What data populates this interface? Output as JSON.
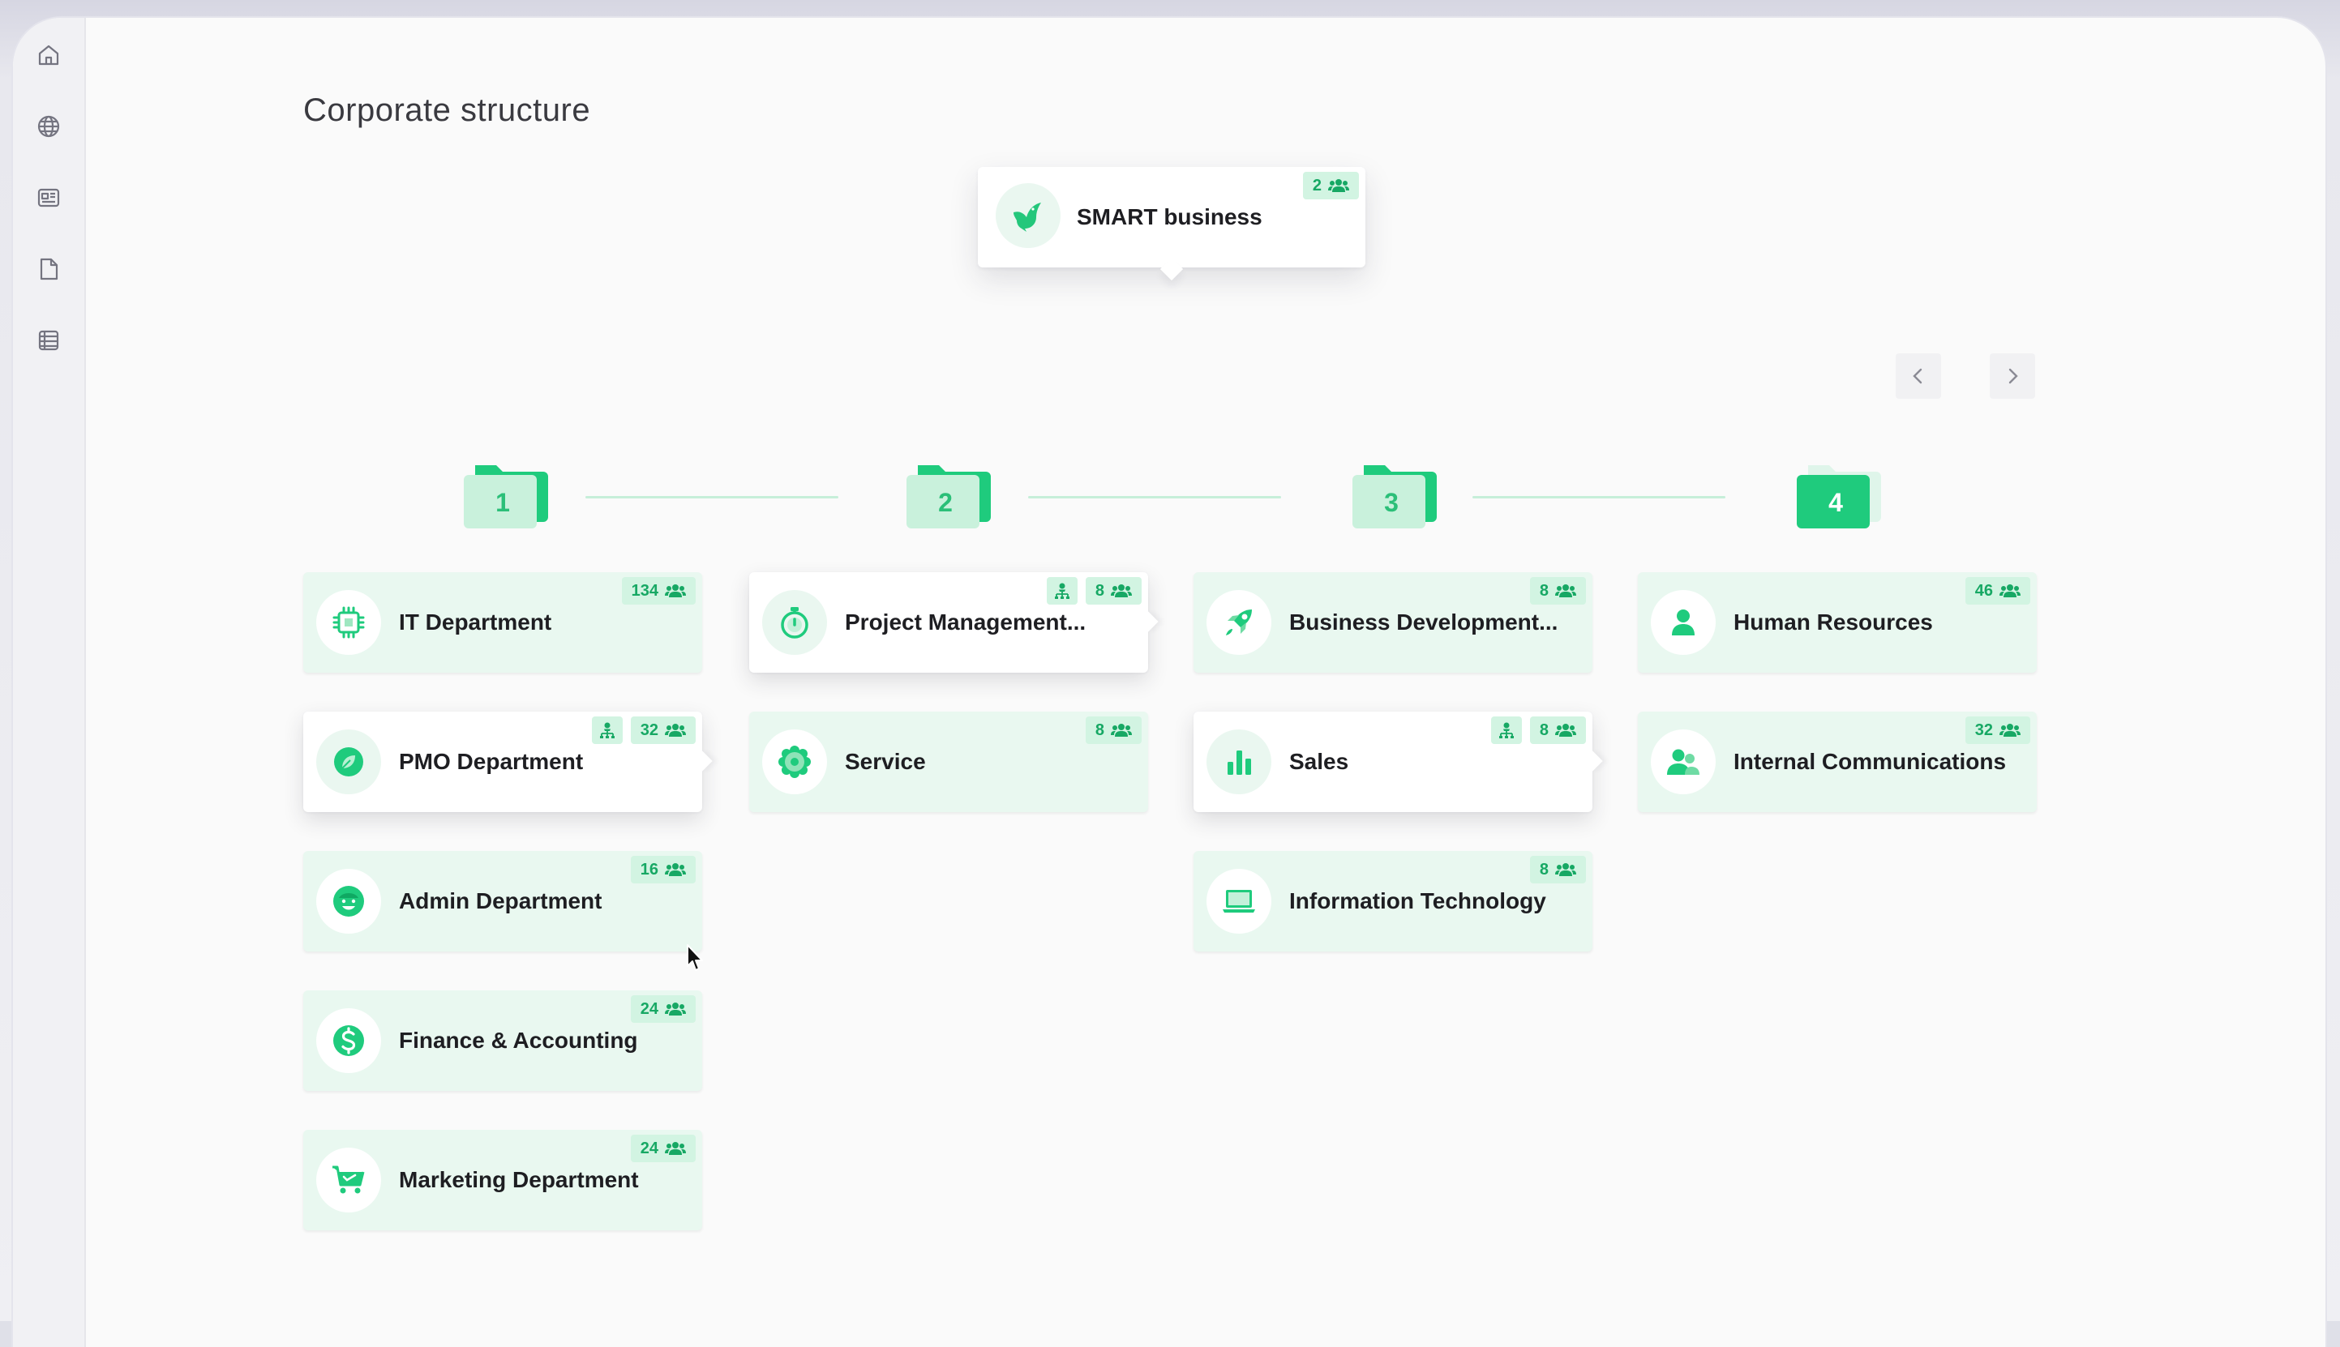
{
  "page": {
    "title": "Corporate structure"
  },
  "colors": {
    "accent": "#1fcb7d",
    "accent_light": "#c9f1dc",
    "card_bg": "#e9f8f0",
    "text": "#1e1e22"
  },
  "sidebar": {
    "items": [
      {
        "icon": "home-icon"
      },
      {
        "icon": "globe-icon"
      },
      {
        "icon": "news-icon"
      },
      {
        "icon": "document-icon"
      },
      {
        "icon": "table-icon"
      }
    ]
  },
  "root": {
    "name": "SMART business",
    "members": "2",
    "icon": "bird-icon"
  },
  "levels": [
    {
      "label": "1",
      "active": false
    },
    {
      "label": "2",
      "active": false
    },
    {
      "label": "3",
      "active": false
    },
    {
      "label": "4",
      "active": true
    }
  ],
  "columns": [
    {
      "departments": [
        {
          "name": "IT Department",
          "members": "134",
          "icon": "chip-icon",
          "selected": false,
          "has_children": false
        },
        {
          "name": "PMO Department",
          "members": "32",
          "icon": "leaf-icon",
          "selected": true,
          "has_children": true
        },
        {
          "name": "Admin Department",
          "members": "16",
          "icon": "smiley-icon",
          "selected": false,
          "has_children": false
        },
        {
          "name": "Finance & Accounting",
          "members": "24",
          "icon": "dollar-icon",
          "selected": false,
          "has_children": false
        },
        {
          "name": "Marketing Department",
          "members": "24",
          "icon": "cart-icon",
          "selected": false,
          "has_children": false
        }
      ]
    },
    {
      "departments": [
        {
          "name": "Project Management...",
          "members": "8",
          "icon": "stopwatch-icon",
          "selected": true,
          "has_children": true
        },
        {
          "name": "Service",
          "members": "8",
          "icon": "gear-icon",
          "selected": false,
          "has_children": false
        }
      ]
    },
    {
      "departments": [
        {
          "name": "Business Development...",
          "members": "8",
          "icon": "rocket-icon",
          "selected": false,
          "has_children": false
        },
        {
          "name": "Sales",
          "members": "8",
          "icon": "bar-chart-icon",
          "selected": true,
          "has_children": true
        },
        {
          "name": "Information Technology",
          "members": "8",
          "icon": "laptop-icon",
          "selected": false,
          "has_children": false
        }
      ]
    },
    {
      "departments": [
        {
          "name": "Human Resources",
          "members": "46",
          "icon": "user-icon",
          "selected": false,
          "has_children": false
        },
        {
          "name": "Internal Communications",
          "members": "32",
          "icon": "users-icon",
          "selected": false,
          "has_children": false
        }
      ]
    }
  ]
}
